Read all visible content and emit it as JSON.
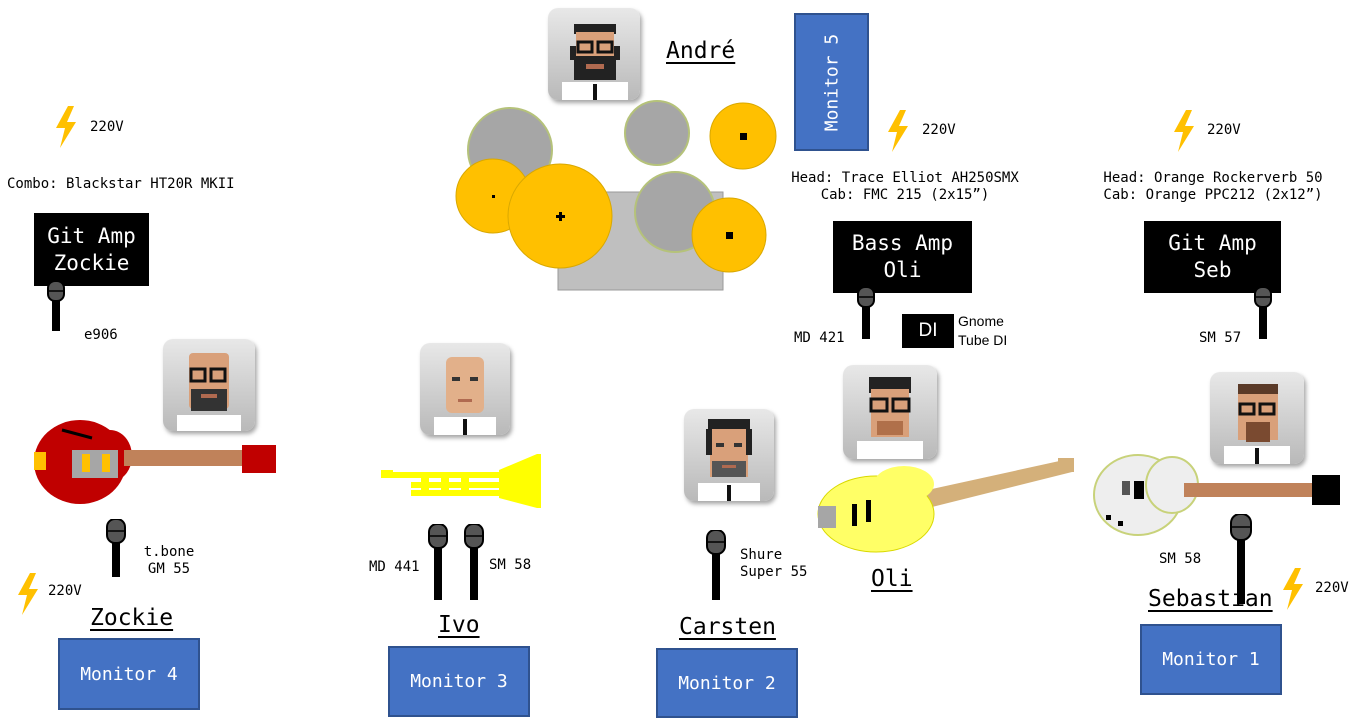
{
  "people": {
    "andre": "André",
    "zockie": "Zockie",
    "ivo": "Ivo",
    "carsten": "Carsten",
    "oli": "Oli",
    "sebastian": "Sebastian"
  },
  "monitors": {
    "m1": "Monitor 1",
    "m2": "Monitor 2",
    "m3": "Monitor 3",
    "m4": "Monitor 4",
    "m5": "Monitor 5"
  },
  "amps": {
    "zockie": {
      "line1": "Git Amp",
      "line2": "Zockie"
    },
    "oli": {
      "line1": "Bass Amp",
      "line2": "Oli"
    },
    "seb": {
      "line1": "Git Amp",
      "line2": "Seb"
    }
  },
  "power": {
    "label": "220V"
  },
  "equipment": {
    "zockie_combo": "Combo: Blackstar HT20R MKII",
    "oli_head": "Head: Trace Elliot AH250SMX",
    "oli_cab": "Cab: FMC 215 (2x15”)",
    "seb_head": "Head: Orange Rockerverb 50",
    "seb_cab": "Cab: Orange PPC212 (2x12”)"
  },
  "di": {
    "box": "DI",
    "line1": "Gnome",
    "line2": "Tube DI"
  },
  "mics": {
    "zockie_amp": "e906",
    "zockie_vox_1": "t.bone",
    "zockie_vox_2": "GM 55",
    "ivo_1": "MD 441",
    "ivo_2": "SM 58",
    "carsten_1": "Shure",
    "carsten_2": "Super 55",
    "oli_amp": "MD 421",
    "seb_amp": "SM 57",
    "seb_vox": "SM 58"
  },
  "colors": {
    "monitor_blue": "#4472c4",
    "bolt_yellow": "#ffc000",
    "cymbal_yellow": "#ffc000",
    "drum_gray": "#a6a6a6",
    "guitar_red": "#c00000",
    "trumpet_yellow": "#ffff00"
  },
  "icons": [
    "lightning-bolt-icon",
    "microphone-icon",
    "drum-kit-icon",
    "guitar-icon",
    "bass-guitar-icon",
    "trumpet-icon",
    "avatar-icon"
  ]
}
